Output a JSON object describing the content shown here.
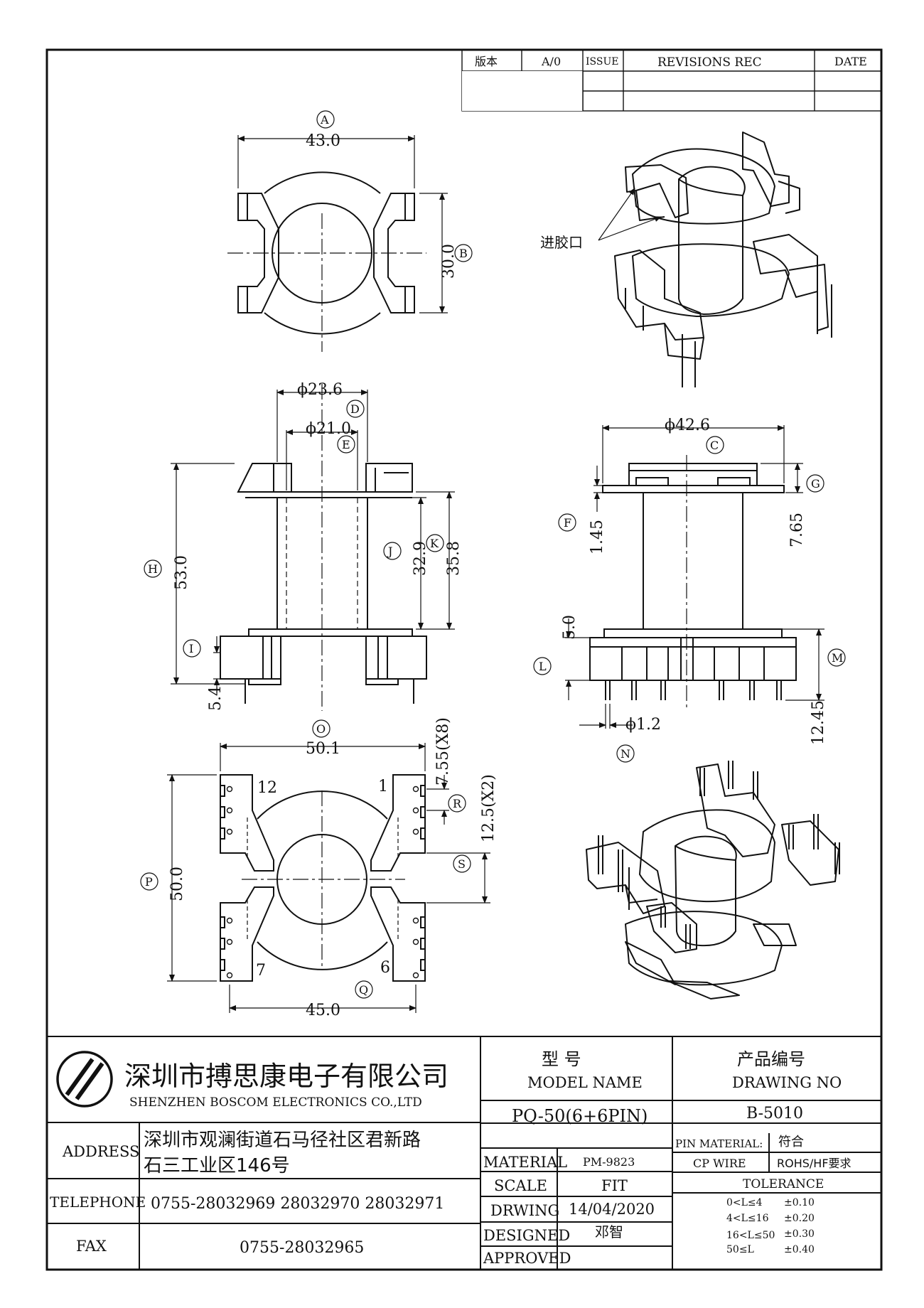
{
  "revision_block": {
    "version_label": "版本",
    "version_value": "A/0",
    "issue_label": "ISSUE",
    "revisions_label": "REVISIONS REC",
    "date_label": "DATE"
  },
  "top_view": {
    "dim_a": "43.0",
    "dim_b": "30.0",
    "circle_a": "A",
    "circle_b": "B"
  },
  "iso_top": {
    "gate_label": "进胶口"
  },
  "front_view": {
    "dim_d": "ϕ23.6",
    "dim_e": "ϕ21.0",
    "dim_h": "53.0",
    "dim_j": "32.9",
    "dim_k": "35.8",
    "dim_i": "5.4",
    "circle_d": "D",
    "circle_e": "E",
    "circle_h": "H",
    "circle_i": "I",
    "circle_j": "J",
    "circle_k": "K"
  },
  "side_view": {
    "dim_c": "ϕ42.6",
    "dim_f": "1.45",
    "dim_g": "7.65",
    "dim_l": "5.0",
    "dim_m": "12.45",
    "dim_n": "ϕ1.2",
    "circle_c": "C",
    "circle_f": "F",
    "circle_g": "G",
    "circle_l": "L",
    "circle_m": "M",
    "circle_n": "N"
  },
  "bottom_view": {
    "dim_o": "50.1",
    "dim_p": "50.0",
    "dim_q": "45.0",
    "dim_r": "7.55(X8)",
    "dim_s": "12.5(X2)",
    "circle_o": "O",
    "circle_p": "P",
    "circle_q": "Q",
    "circle_r": "R",
    "circle_s": "S",
    "pin_12": "12",
    "pin_1": "1",
    "pin_7": "7",
    "pin_6": "6"
  },
  "title_block": {
    "company_cn": "深圳市搏思康电子有限公司",
    "company_en": "SHENZHEN BOSCOM ELECTRONICS CO.,LTD",
    "model_cn": "型 号",
    "model_en": "MODEL NAME",
    "drawing_cn": "产品编号",
    "drawing_en": "DRAWING NO",
    "address_label": "ADDRESS",
    "address_line1": "深圳市观澜街道石马径社区君新路",
    "address_line2": "石三工业区146号",
    "model_value": "PQ-50(6+6PIN)",
    "drawing_value": "B-5010",
    "material_label": "MATERIAL",
    "material_value": "PM-9823",
    "pin_material_label": "PIN MATERIAL:",
    "pin_material_value": "符合",
    "cp_wire_label": "CP WIRE",
    "rohs_value": "ROHS/HF要求",
    "scale_label": "SCALE",
    "scale_value": "FIT",
    "tolerance_label": "TOLERANCE",
    "telephone_label": "TELEPHONE",
    "telephone_value": "0755-28032969 28032970 28032971",
    "drwing_label": "DRWING",
    "drwing_value": "14/04/2020",
    "designed_label": "DESIGNED",
    "designed_value": "邓智",
    "fax_label": "FAX",
    "fax_value": "0755-28032965",
    "approved_label": "APPROVED",
    "approved_value": "",
    "tolerances": [
      {
        "range": "0<L≤4",
        "value": "±0.10"
      },
      {
        "range": "4<L≤16",
        "value": "±0.20"
      },
      {
        "range": "16<L≤50",
        "value": "±0.30"
      },
      {
        "range": "50≤L",
        "value": "±0.40"
      }
    ]
  }
}
